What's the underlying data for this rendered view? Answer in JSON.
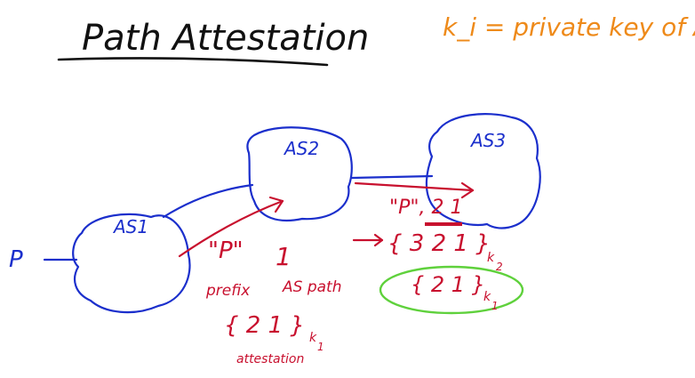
{
  "title": "Path Attestation",
  "key_note": "k_i = private key of AS i",
  "nodes": {
    "as1": "AS1",
    "as2": "AS2",
    "as3": "AS3",
    "prefix_p": "P"
  },
  "annotations": {
    "msg1_prefix": "\"P\"",
    "msg1_path": "1",
    "msg1_prefix_caption": "prefix",
    "msg1_path_caption": "AS path",
    "msg1_attest_open": "{ 2  1 }",
    "msg1_attest_key": "k",
    "msg1_attest_key_sub": "1",
    "msg1_attest_caption": "attestation",
    "msg2_prefix_path": "\"P\", 2 1",
    "msg2_attest_outer_open": "{ 3  2  1 }",
    "msg2_attest_outer_key": "k",
    "msg2_attest_outer_sub": "2",
    "msg2_attest_inner": "{ 2 1 }",
    "msg2_attest_inner_key": "k",
    "msg2_attest_inner_sub": "1"
  },
  "colors": {
    "network": "#1b2fcc",
    "messages": "#c8102e",
    "highlight": "#5fd13c",
    "note": "#ee8a1a",
    "title": "#111111"
  }
}
